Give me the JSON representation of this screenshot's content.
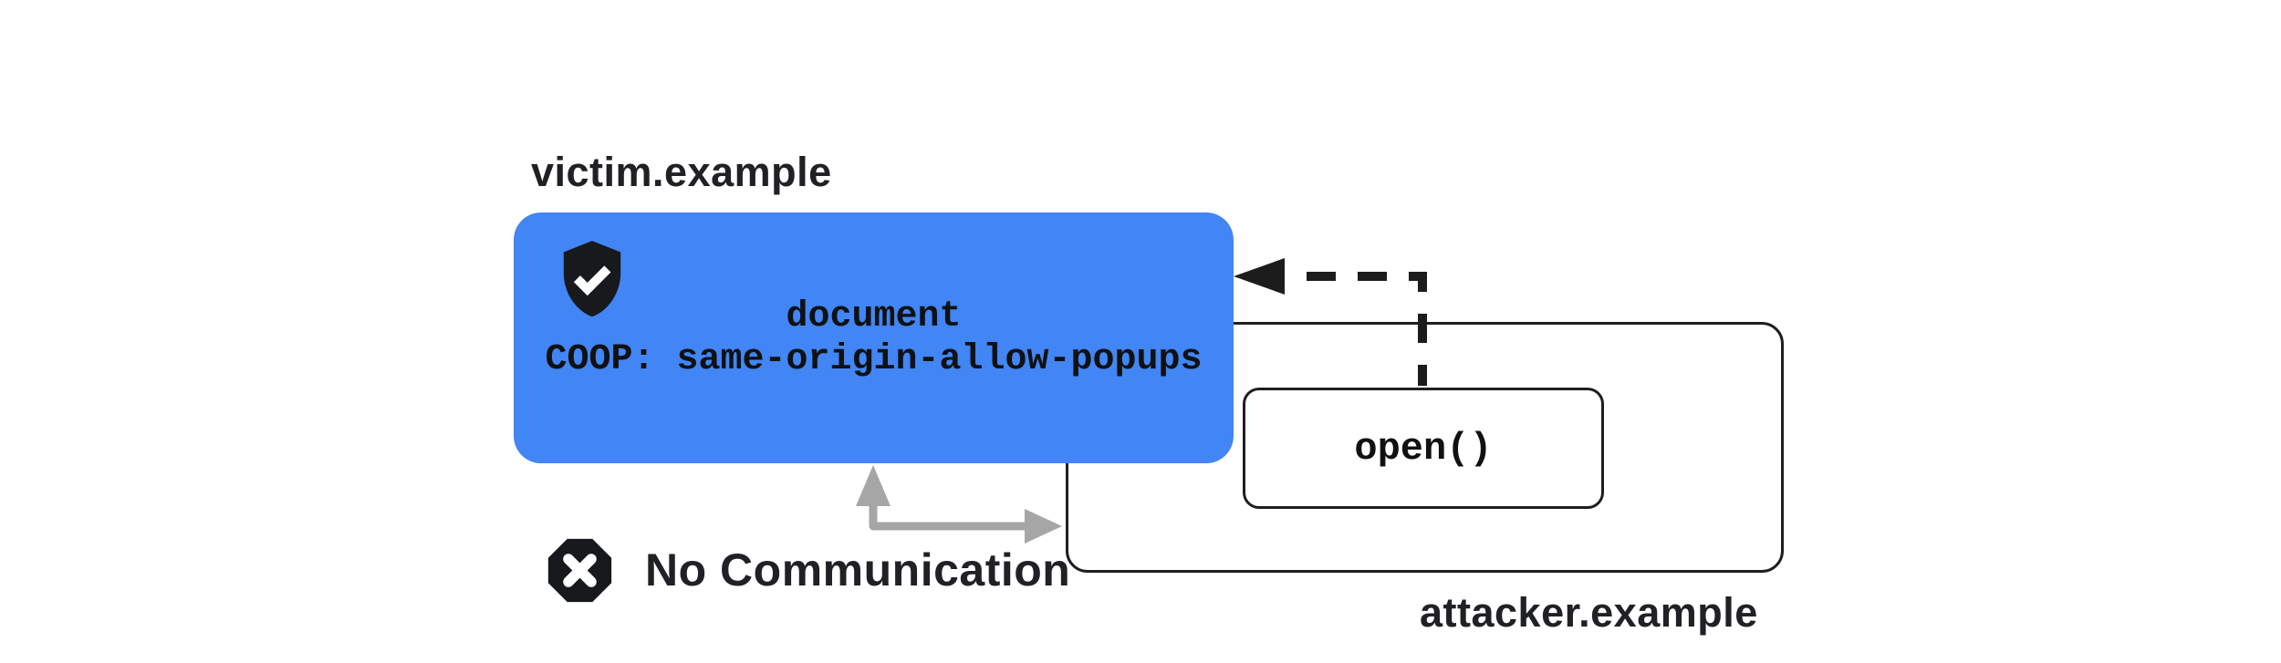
{
  "diagram": {
    "title_context": "COOP same-origin-allow-popups diagram",
    "victim": {
      "domain_label": "victim.example",
      "document_label": "document",
      "coop_header": "COOP: same-origin-allow-popups",
      "shield_icon": "shield-check-icon"
    },
    "attacker": {
      "domain_label": "attacker.example",
      "open_call_label": "open()"
    },
    "blocked": {
      "label": "No Communication",
      "icon": "crossed-octagon-icon"
    },
    "arrows": {
      "opener_reference": "dashed-black-arrow-from-open-to-victim-document",
      "blocked_channel": "gray-elbow-arrow-between-victim-and-attacker"
    },
    "colors": {
      "victim_box_fill": "#4285F4",
      "outline": "#1F1F1F",
      "text_dark": "#202124",
      "blocked_arrow_gray": "#A6A6A6",
      "background": "#FFFFFF"
    }
  }
}
